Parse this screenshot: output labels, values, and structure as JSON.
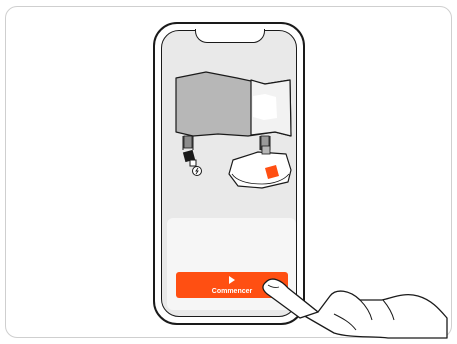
{
  "illustration": {
    "start_button_label": "Commencer",
    "icons": {
      "charging_station": "charging-station-illustration",
      "robot_mower": "robot-mower-illustration",
      "play": "play-icon",
      "hand": "pointing-hand-illustration"
    },
    "colors": {
      "accent": "#ff4f12",
      "station_dark": "#b7b7b7",
      "station_light": "#f2f2f2",
      "screen_bg": "#e9e9e9",
      "outline": "#1a1a1a"
    }
  }
}
